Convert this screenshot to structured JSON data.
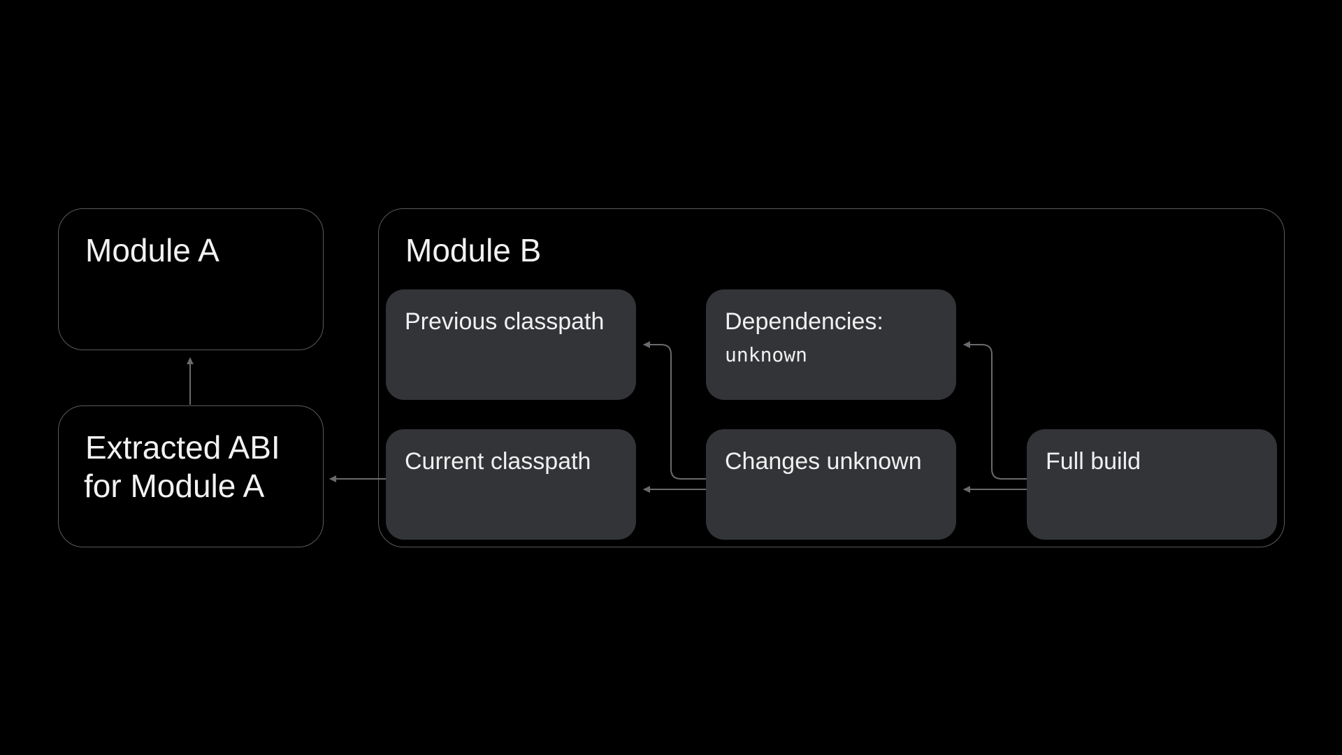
{
  "colors": {
    "background": "#000000",
    "outline": "#5b5b5f",
    "node_fill": "#333438",
    "connector": "#6a6a6e",
    "text": "#f0f0f0"
  },
  "module_a": {
    "title": "Module A"
  },
  "extracted_abi": {
    "line1": "Extracted ABI",
    "line2": "for Module A"
  },
  "module_b": {
    "title": "Module B",
    "nodes": {
      "previous_classpath": "Previous classpath",
      "dependencies_label": "Dependencies:",
      "dependencies_value": "unknown",
      "current_classpath": "Current classpath",
      "changes_unknown": "Changes unknown",
      "full_build": "Full build"
    }
  }
}
